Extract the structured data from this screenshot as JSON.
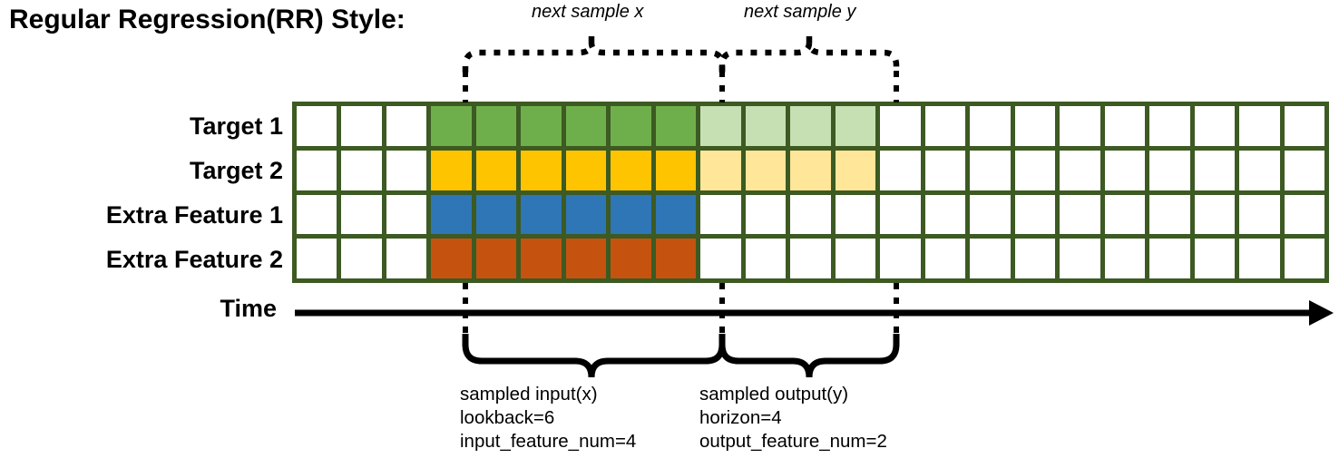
{
  "title": "Regular Regression(RR) Style:",
  "rows": [
    {
      "label": "Target 1",
      "name": "target-1"
    },
    {
      "label": "Target 2",
      "name": "target-2"
    },
    {
      "label": "Extra Feature 1",
      "name": "extra-feature-1"
    },
    {
      "label": "Extra Feature 2",
      "name": "extra-feature-2"
    }
  ],
  "grid": {
    "columns": 23,
    "input_start_col": 3,
    "input_end_col": 9,
    "output_end_col": 13,
    "colors": {
      "border": "#3c5a22",
      "empty": "#ffffff",
      "target1_input": "#6faf4b",
      "target1_output": "#c6e0b4",
      "target2_input": "#ffc400",
      "target2_output": "#ffe699",
      "extra1_input": "#2e76b6",
      "extra2_input": "#c5530f"
    },
    "cell_fills": [
      [
        "#ffffff",
        "#ffffff",
        "#ffffff",
        "#6faf4b",
        "#6faf4b",
        "#6faf4b",
        "#6faf4b",
        "#6faf4b",
        "#6faf4b",
        "#c6e0b4",
        "#c6e0b4",
        "#c6e0b4",
        "#c6e0b4",
        "#ffffff",
        "#ffffff",
        "#ffffff",
        "#ffffff",
        "#ffffff",
        "#ffffff",
        "#ffffff",
        "#ffffff",
        "#ffffff",
        "#ffffff"
      ],
      [
        "#ffffff",
        "#ffffff",
        "#ffffff",
        "#ffc400",
        "#ffc400",
        "#ffc400",
        "#ffc400",
        "#ffc400",
        "#ffc400",
        "#ffe699",
        "#ffe699",
        "#ffe699",
        "#ffe699",
        "#ffffff",
        "#ffffff",
        "#ffffff",
        "#ffffff",
        "#ffffff",
        "#ffffff",
        "#ffffff",
        "#ffffff",
        "#ffffff",
        "#ffffff"
      ],
      [
        "#ffffff",
        "#ffffff",
        "#ffffff",
        "#2e76b6",
        "#2e76b6",
        "#2e76b6",
        "#2e76b6",
        "#2e76b6",
        "#2e76b6",
        "#ffffff",
        "#ffffff",
        "#ffffff",
        "#ffffff",
        "#ffffff",
        "#ffffff",
        "#ffffff",
        "#ffffff",
        "#ffffff",
        "#ffffff",
        "#ffffff",
        "#ffffff",
        "#ffffff",
        "#ffffff"
      ],
      [
        "#ffffff",
        "#ffffff",
        "#ffffff",
        "#c5530f",
        "#c5530f",
        "#c5530f",
        "#c5530f",
        "#c5530f",
        "#c5530f",
        "#ffffff",
        "#ffffff",
        "#ffffff",
        "#ffffff",
        "#ffffff",
        "#ffffff",
        "#ffffff",
        "#ffffff",
        "#ffffff",
        "#ffffff",
        "#ffffff",
        "#ffffff",
        "#ffffff",
        "#ffffff"
      ]
    ]
  },
  "annotations": {
    "top_left_brace_label": "next sample x",
    "top_right_brace_label": "next sample y",
    "bottom_left": {
      "line1": "sampled input(x)",
      "line2": "lookback=6",
      "line3": "input_feature_num=4"
    },
    "bottom_right": {
      "line1": "sampled output(y)",
      "line2": "horizon=4",
      "line3": "output_feature_num=2"
    }
  },
  "axis": {
    "label": "Time"
  }
}
